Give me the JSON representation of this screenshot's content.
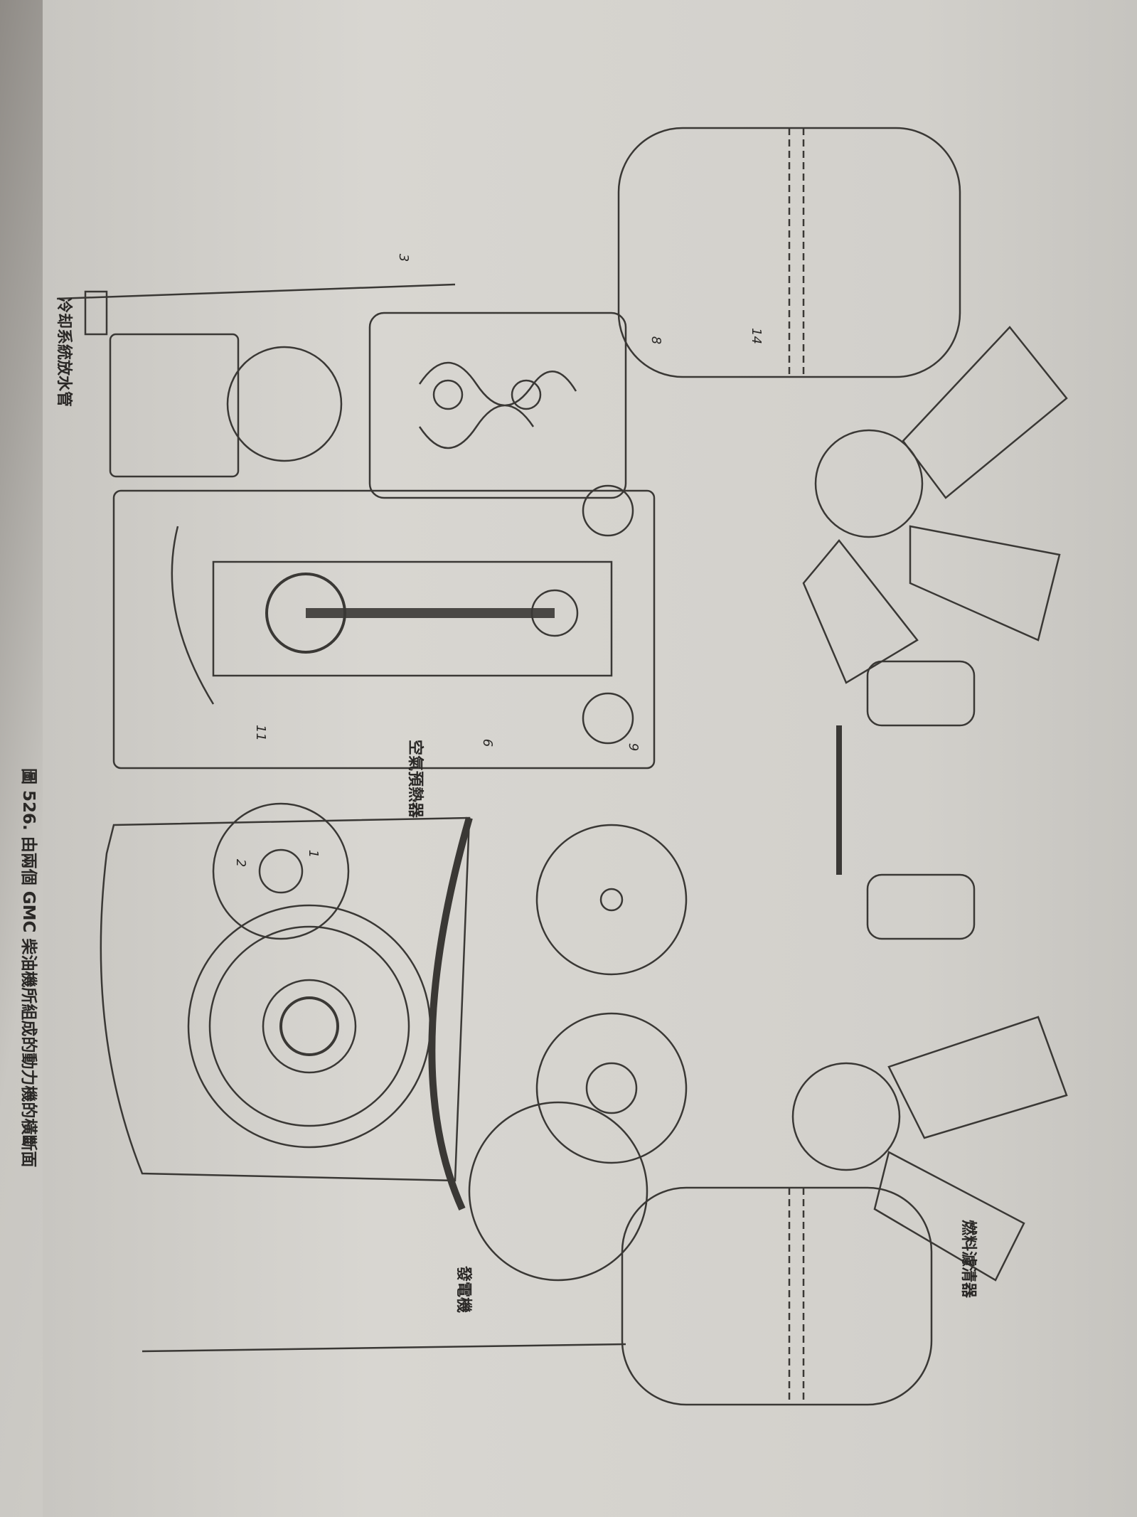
{
  "figure": {
    "caption": "圖 526. 由兩個 GMC 柴油機所組成的動力機的橫斷面",
    "labels": {
      "cooling_drain": "冷却系統放水管",
      "air_preheater": "空氣預熱器",
      "generator": "發電機",
      "fuel_filter": "燃料濾清器"
    },
    "part_numbers": [
      "1",
      "2",
      "3",
      "6",
      "8",
      "9",
      "11",
      "14"
    ]
  }
}
